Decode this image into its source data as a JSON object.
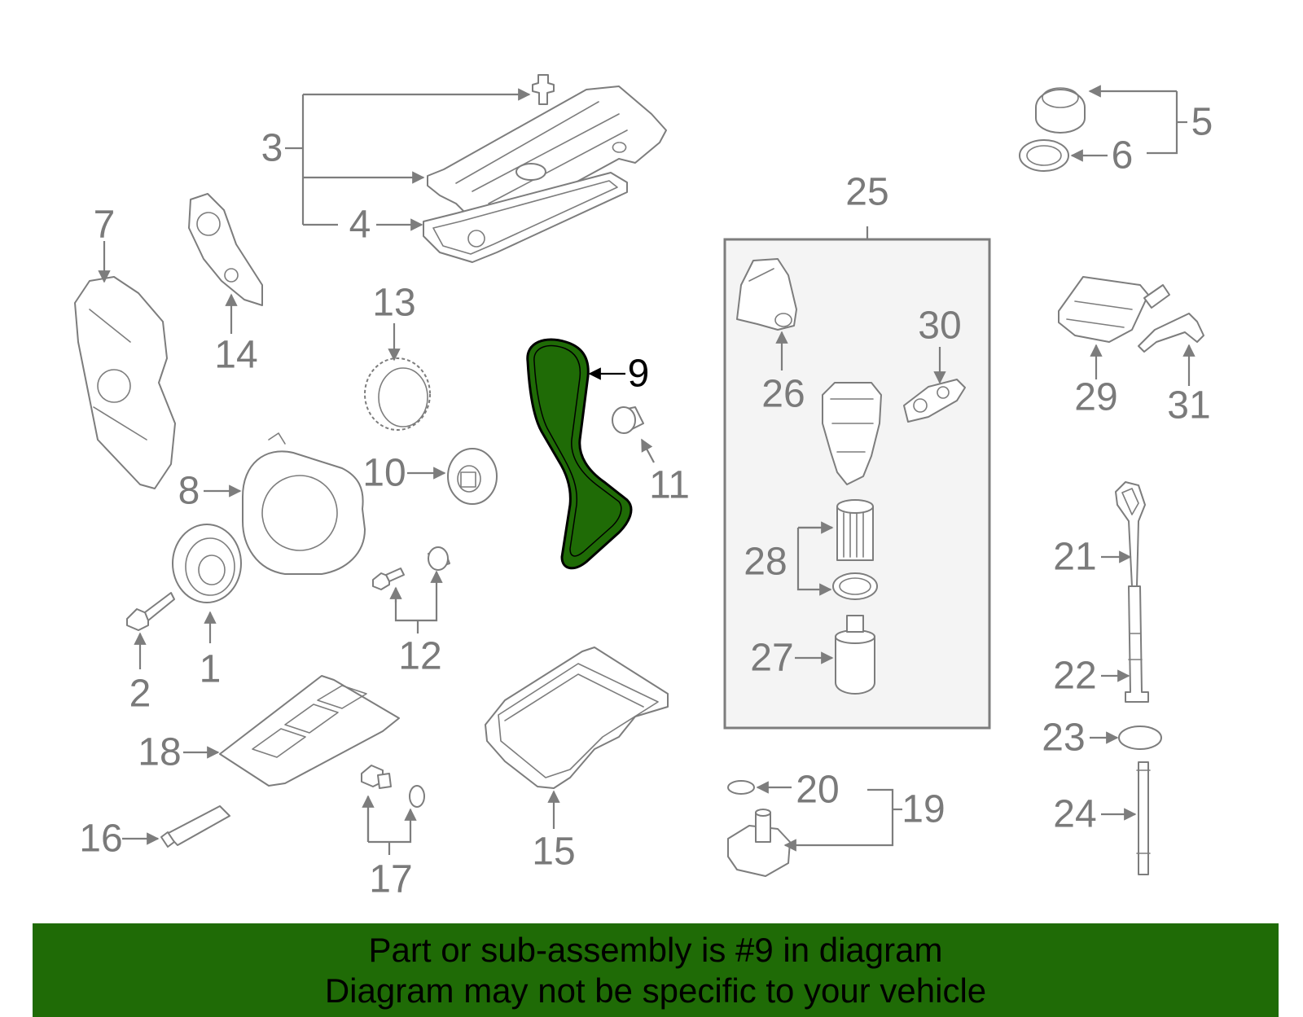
{
  "highlight": "9",
  "colors": {
    "highlight_fill": "#1f6b06",
    "label_gray": "#7a7a7a",
    "box_fill": "#f4f4f4"
  },
  "callouts": {
    "c1": "1",
    "c2": "2",
    "c3": "3",
    "c4": "4",
    "c5": "5",
    "c6": "6",
    "c7": "7",
    "c8": "8",
    "c9": "9",
    "c10": "10",
    "c11": "11",
    "c12": "12",
    "c13": "13",
    "c14": "14",
    "c15": "15",
    "c16": "16",
    "c17": "17",
    "c18": "18",
    "c19": "19",
    "c20": "20",
    "c21": "21",
    "c22": "22",
    "c23": "23",
    "c24": "24",
    "c25": "25",
    "c26": "26",
    "c27": "27",
    "c28": "28",
    "c29": "29",
    "c30": "30",
    "c31": "31"
  },
  "banner": {
    "line1": "Part or sub-assembly is #9 in diagram",
    "line2": "Diagram may not be specific to your vehicle"
  }
}
